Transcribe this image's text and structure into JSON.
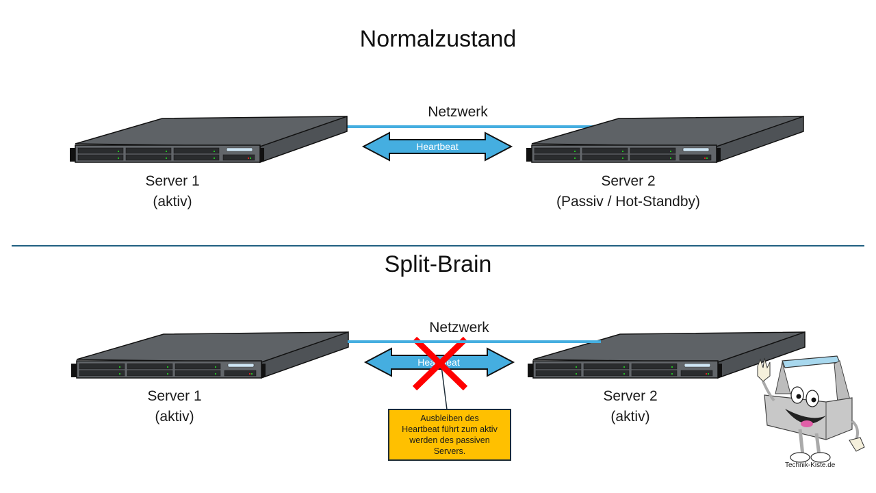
{
  "sections": [
    {
      "title": "Normalzustand",
      "network_label": "Netzwerk",
      "heartbeat_label": "Heartbeat",
      "heartbeat_failed": false,
      "servers": [
        {
          "name": "Server 1",
          "state": "(aktiv)"
        },
        {
          "name": "Server 2",
          "state": "(Passiv / Hot-Standby)"
        }
      ]
    },
    {
      "title": "Split-Brain",
      "network_label": "Netzwerk",
      "heartbeat_label": "Heartbeat",
      "heartbeat_failed": true,
      "servers": [
        {
          "name": "Server 1",
          "state": "(aktiv)"
        },
        {
          "name": "Server 2",
          "state": "(aktiv)"
        }
      ],
      "callout": {
        "lines": [
          "Ausbleiben des",
          "Heartbeat führt zum aktiv",
          "werden des passiven",
          "Servers."
        ]
      }
    }
  ],
  "mascot": {
    "caption": "Technik-Kiste.de"
  },
  "colors": {
    "network_line": "#45aee0",
    "heartbeat_fill": "#45aee0",
    "divider": "#1f5f80",
    "callout_fill": "#ffc000",
    "cross": "#ff0000",
    "led_green": "#22c022",
    "led_red": "#e02020"
  }
}
